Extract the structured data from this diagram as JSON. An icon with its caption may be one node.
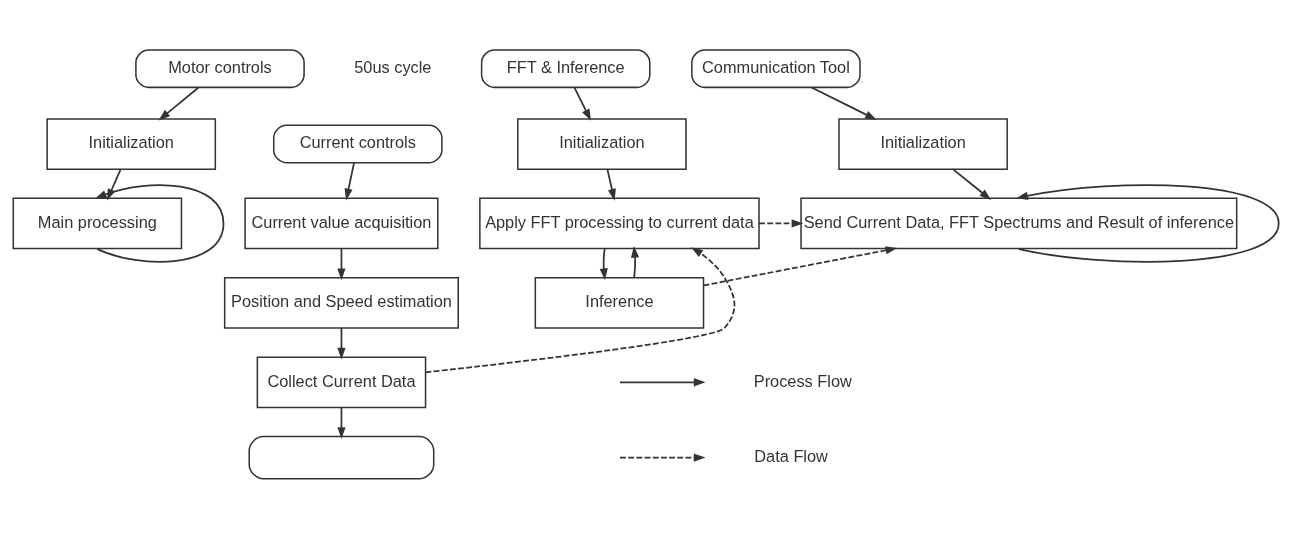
{
  "diagram": {
    "nodes": [
      {
        "text": [
          "Motor controls"
        ]
      },
      {
        "text": [
          "Initialization"
        ]
      },
      {
        "text": [
          "Main processing"
        ]
      },
      {
        "text": [
          "Current controls"
        ],
        "beside": [
          "50us cycle"
        ]
      },
      {
        "text": [
          "Current value acquisition"
        ]
      },
      {
        "text": [
          "Position and Speed estimation"
        ]
      },
      {
        "text": [
          "Collect Current Data"
        ]
      },
      {
        "text": [],
        "shape": "oval"
      },
      {
        "text": [
          "FFT & Inference"
        ]
      },
      {
        "text": [
          "Initialization"
        ]
      },
      {
        "text": [
          "Apply FFT processing to current data"
        ]
      },
      {
        "text": [
          "Inference"
        ]
      },
      {
        "text": [
          "Communication Tool"
        ]
      },
      {
        "text": [
          "Initialization"
        ]
      },
      {
        "text": [
          "Send Current Data, FFT Spectrums and Result of inference"
        ]
      }
    ],
    "edges": [
      {
        "from": 0,
        "to": 1,
        "arrow": "to"
      },
      {
        "from": 1,
        "to": 2,
        "arrow": "to"
      },
      {
        "from": 2,
        "to": 2,
        "arrow": "to"
      },
      {
        "from": 3,
        "to": 4,
        "arrow": "to"
      },
      {
        "from": 4,
        "to": 5,
        "arrow": "to"
      },
      {
        "from": 5,
        "to": 6,
        "arrow": "to"
      },
      {
        "from": 6,
        "to": 7,
        "arrow": "to"
      },
      {
        "from": 6,
        "to": 10,
        "arrow": "to",
        "style": "dashed"
      },
      {
        "from": 8,
        "to": 9,
        "arrow": "to"
      },
      {
        "from": 9,
        "to": 10,
        "arrow": "to"
      },
      {
        "from": 10,
        "to": 11,
        "arrow": "to"
      },
      {
        "from": 11,
        "to": 10,
        "arrow": "to"
      },
      {
        "from": 12,
        "to": 13,
        "arrow": "to"
      },
      {
        "from": 13,
        "to": 14,
        "arrow": "to"
      },
      {
        "from": 14,
        "to": 14,
        "arrow": "to"
      },
      {
        "from": 10,
        "to": 14,
        "arrow": "to",
        "style": "dashed"
      },
      {
        "from": 11,
        "to": 14,
        "arrow": "to",
        "style": "dashed"
      }
    ],
    "legend": [
      {
        "text": "Process Flow"
      },
      {
        "text": "Data Flow"
      }
    ]
  }
}
